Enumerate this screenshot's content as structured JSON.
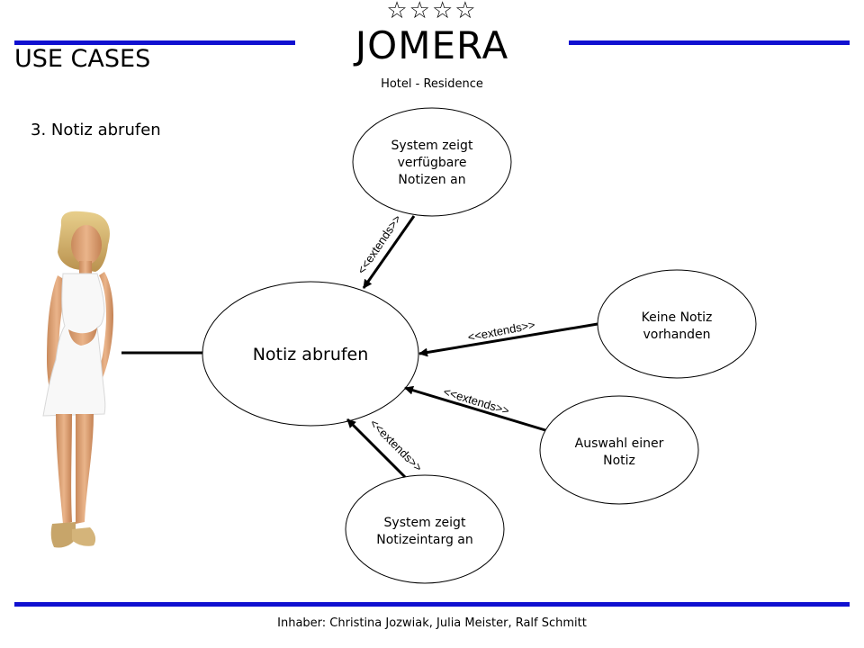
{
  "header": {
    "stars": "☆☆☆☆",
    "brand": "JOMERA",
    "subtitle": "Hotel - Residence",
    "section_title": "USE CASES"
  },
  "step_title": "3. Notiz abrufen",
  "actor": {
    "icon": "woman-figure-icon"
  },
  "use_cases": {
    "main": [
      "Notiz abrufen"
    ],
    "system_shows_notes": [
      "System zeigt",
      "verfügbare",
      "Notizen an"
    ],
    "no_note": [
      "Keine Notiz",
      "vorhanden"
    ],
    "select_note": [
      "Auswahl einer",
      "Notiz"
    ],
    "system_shows_entry": [
      "System zeigt",
      "Notizeintarg an"
    ]
  },
  "relations": {
    "extends_label": "<<extends>>"
  },
  "footer": "Inhaber: Christina Jozwiak, Julia Meister, Ralf Schmitt",
  "colors": {
    "rule_line": "#1010d0"
  }
}
